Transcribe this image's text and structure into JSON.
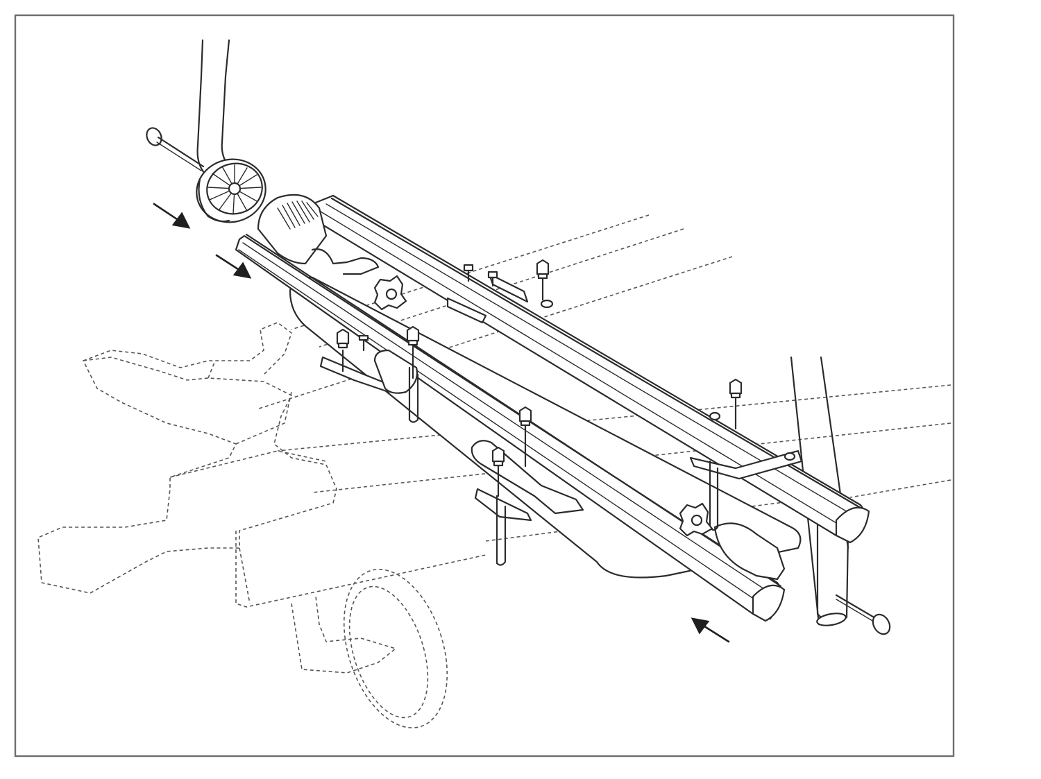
{
  "figure": {
    "colors": {
      "line": "#2b2b2b",
      "hidden_line": "#555555",
      "frame": "#6d6d6d",
      "background": "#ffffff"
    },
    "parts": {
      "mast_upper": "mast-upper",
      "mast_lower": "mast-lower",
      "pivot_hub": "ratchet-hub",
      "latch_pin_left": "latch-pin",
      "latch_pin_right": "latch-pin",
      "rails": "rail-pair",
      "end_caps": "rail-end-cap",
      "knobs": "star-knob",
      "u_bolts": "u-bolt",
      "vehicle_hitch": "hitch-outline"
    },
    "arrows": [
      "insert-arrow",
      "insert-arrow",
      "insert-arrow"
    ]
  }
}
